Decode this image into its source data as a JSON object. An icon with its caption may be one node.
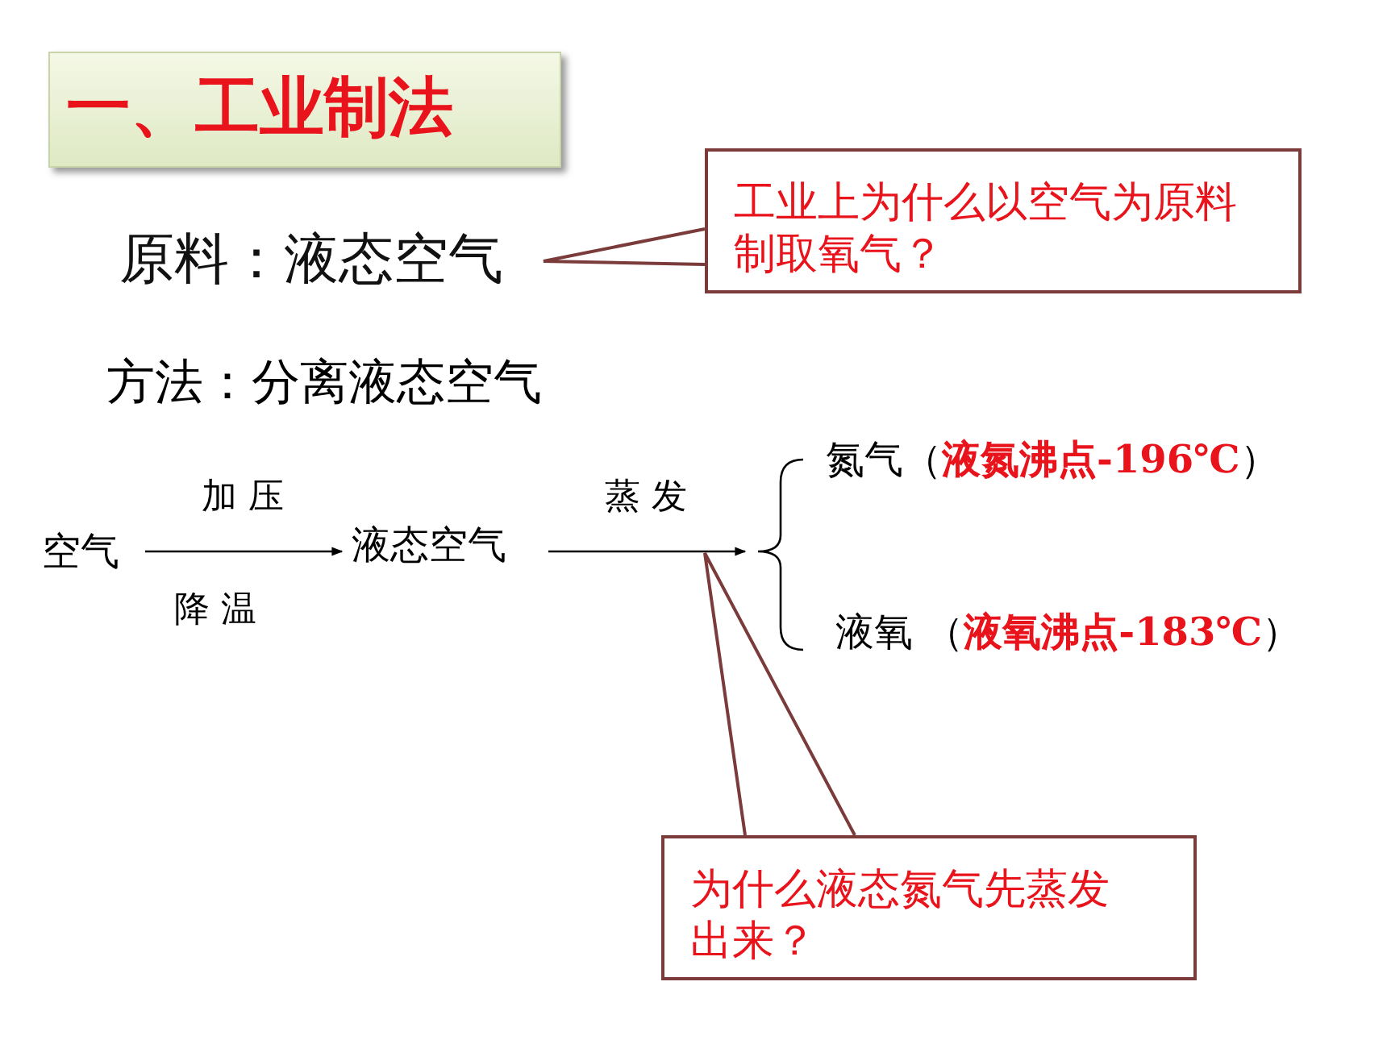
{
  "diagram": {
    "nodes": [
      {
        "text": [
          "一、工业制法"
        ]
      },
      {
        "text": [
          "原料：液态空气"
        ]
      },
      {
        "text": [
          "工业上为什么以空气为原料制取氧气？"
        ]
      },
      {
        "text": [
          "空气"
        ]
      },
      {
        "text": [
          "液态空气"
        ]
      },
      {
        "text": [
          "氮气（**液氮沸点-196℃**）"
        ]
      },
      {
        "text": [
          "液氧 （**液氧沸点-183℃**）"
        ]
      },
      {
        "text": [
          "为什么液态氮气先蒸发出来？"
        ]
      }
    ],
    "edges": [
      {
        "from": 3,
        "to": 4,
        "arrow": "to",
        "label": "加 压"
      },
      {
        "from": 4,
        "to": 5,
        "arrow": "to",
        "label": "蒸 发"
      },
      {
        "from": 4,
        "to": 6,
        "arrow": "to"
      },
      {
        "from": 2,
        "to": 1,
        "arrow": "none",
        "color": "#7b3b3b"
      },
      {
        "from": 7,
        "to": null,
        "arrow": "none",
        "color": "#7b3b3b"
      }
    ],
    "labels": [
      "方法：分离液态空气",
      "降 温"
    ]
  }
}
